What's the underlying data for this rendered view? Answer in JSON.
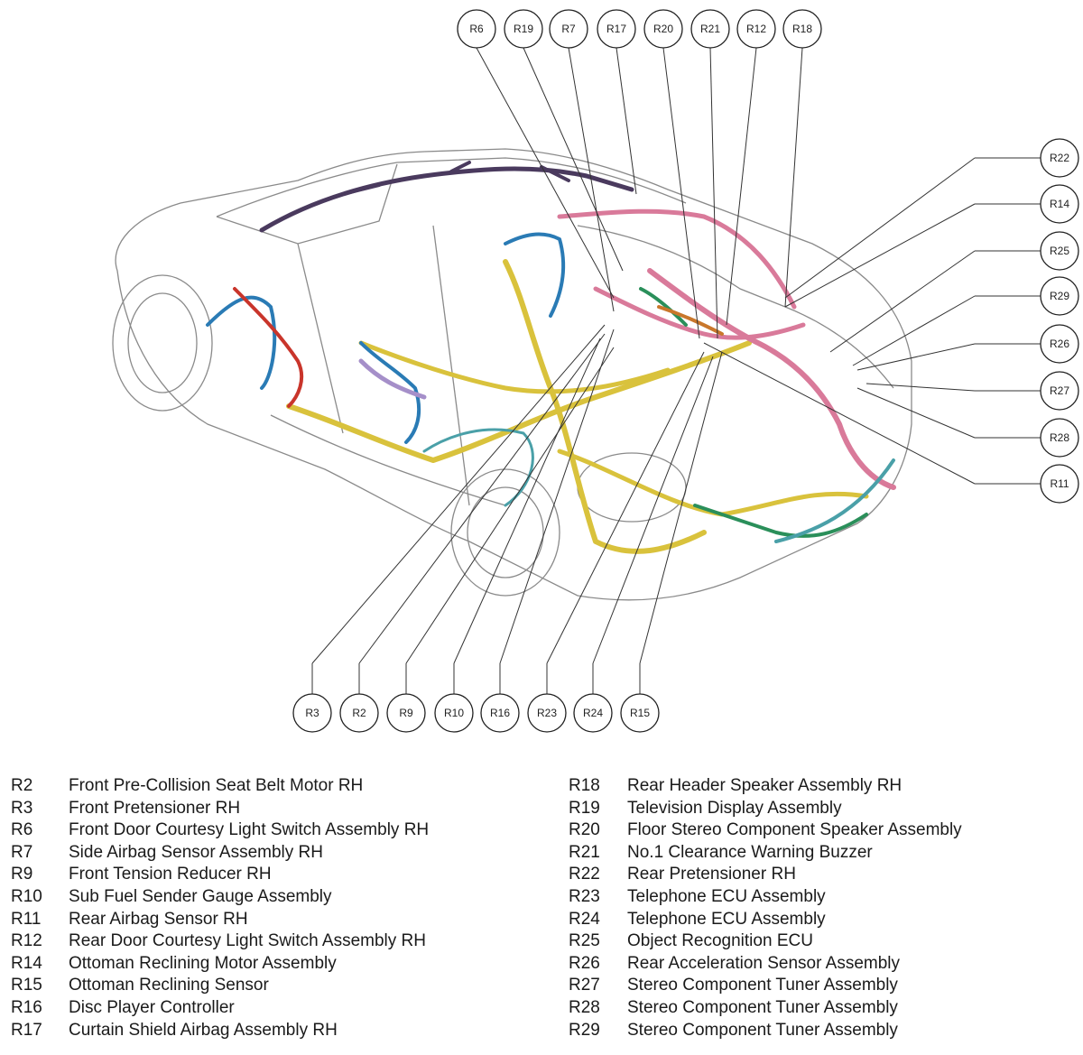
{
  "callouts_top": [
    "R6",
    "R19",
    "R7",
    "R17",
    "R20",
    "R21",
    "R12",
    "R18"
  ],
  "callouts_right": [
    "R22",
    "R14",
    "R25",
    "R29",
    "R26",
    "R27",
    "R28",
    "R11"
  ],
  "callouts_bottom": [
    "R3",
    "R2",
    "R9",
    "R10",
    "R16",
    "R23",
    "R24",
    "R15"
  ],
  "legend": {
    "left": [
      {
        "code": "R2",
        "desc": "Front Pre-Collision Seat Belt Motor RH"
      },
      {
        "code": "R3",
        "desc": "Front Pretensioner RH"
      },
      {
        "code": "R6",
        "desc": "Front Door Courtesy Light Switch Assembly RH"
      },
      {
        "code": "R7",
        "desc": "Side Airbag Sensor Assembly RH"
      },
      {
        "code": "R9",
        "desc": "Front Tension Reducer RH"
      },
      {
        "code": "R10",
        "desc": "Sub Fuel Sender Gauge Assembly"
      },
      {
        "code": "R11",
        "desc": "Rear Airbag Sensor RH"
      },
      {
        "code": "R12",
        "desc": "Rear Door Courtesy Light Switch Assembly RH"
      },
      {
        "code": "R14",
        "desc": "Ottoman Reclining Motor Assembly"
      },
      {
        "code": "R15",
        "desc": "Ottoman Reclining Sensor"
      },
      {
        "code": "R16",
        "desc": "Disc Player Controller"
      },
      {
        "code": "R17",
        "desc": "Curtain Shield Airbag Assembly RH"
      }
    ],
    "right": [
      {
        "code": "R18",
        "desc": "Rear Header Speaker Assembly RH"
      },
      {
        "code": "R19",
        "desc": "Television Display Assembly"
      },
      {
        "code": "R20",
        "desc": "Floor Stereo Component Speaker Assembly"
      },
      {
        "code": "R21",
        "desc": "No.1 Clearance Warning Buzzer"
      },
      {
        "code": "R22",
        "desc": "Rear Pretensioner RH"
      },
      {
        "code": "R23",
        "desc": "Telephone ECU Assembly"
      },
      {
        "code": "R24",
        "desc": "Telephone ECU Assembly"
      },
      {
        "code": "R25",
        "desc": "Object Recognition ECU"
      },
      {
        "code": "R26",
        "desc": "Rear Acceleration Sensor Assembly"
      },
      {
        "code": "R27",
        "desc": "Stereo Component Tuner Assembly"
      },
      {
        "code": "R28",
        "desc": "Stereo Component Tuner Assembly"
      },
      {
        "code": "R29",
        "desc": "Stereo Component Tuner Assembly"
      }
    ]
  },
  "colors": {
    "harness_yellow": "#d9c23c",
    "harness_pink": "#d97a9a",
    "harness_purple": "#4a3a5e",
    "harness_blue": "#2a7bb5",
    "harness_green": "#2a8f5a",
    "harness_red": "#c9352b",
    "harness_teal": "#4aa0a8",
    "harness_lavender": "#a58fc9",
    "harness_orange": "#c9772b",
    "body_outline": "#8a8a8a",
    "leader_line": "#333333"
  }
}
